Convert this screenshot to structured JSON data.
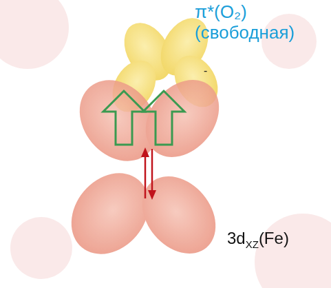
{
  "diagram": {
    "labels": [
      "π*(O₂)",
      "(свободная)",
      "-",
      "3d",
      "XZ",
      "(Fe)"
    ]
  }
}
